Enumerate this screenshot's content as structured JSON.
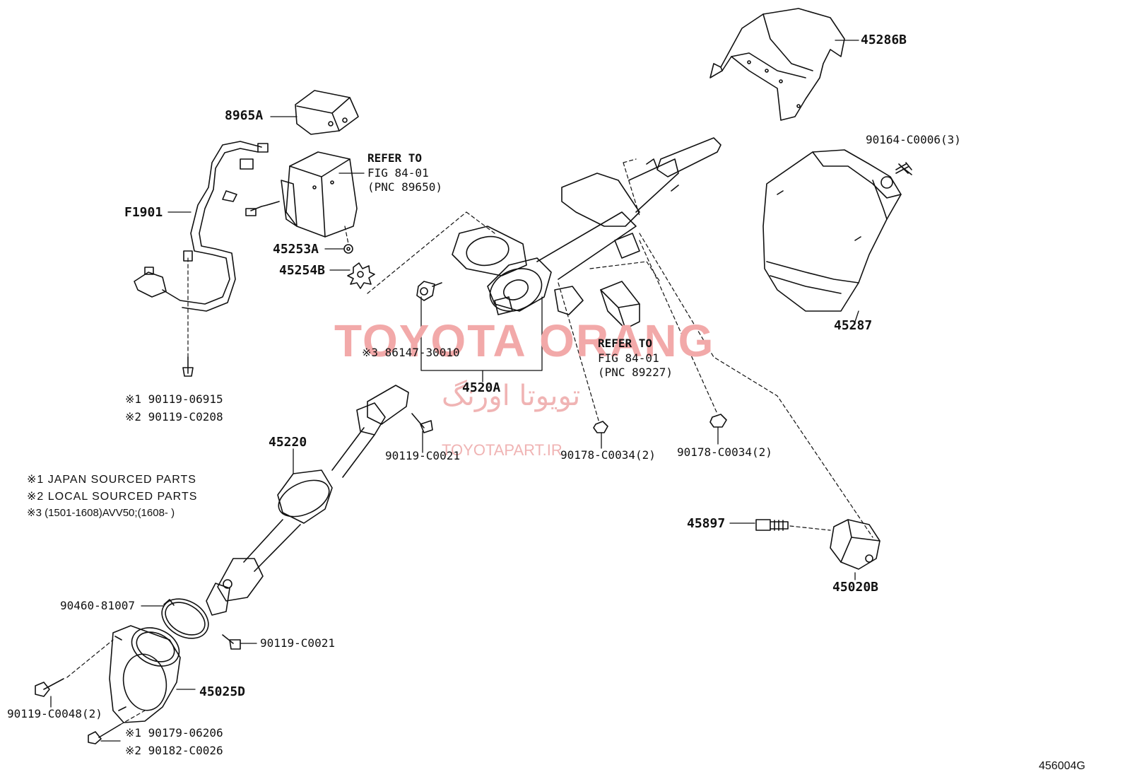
{
  "parts": {
    "p45286B": "45286B",
    "p8965A": "8965A",
    "p90164": "90164-C0006(3)",
    "refer1_l1": "REFER TO",
    "refer1_l2": "FIG 84-01",
    "refer1_l3": "(PNC 89650)",
    "pF1901": "F1901",
    "p45253A": "45253A",
    "p45254B": "45254B",
    "p45287": "45287",
    "p86147": "3 86147-30010",
    "refer2_l1": "REFER TO",
    "refer2_l2": "FIG 84-01",
    "refer2_l3": "(PNC 89227)",
    "p4520A": "4520A",
    "p90119_06915": "1 90119-06915",
    "p90119_C0208": "2 90119-C0208",
    "p45220": "45220",
    "p90119_C0021a": "90119-C0021",
    "p90178a": "90178-C0034(2)",
    "p90178b": "90178-C0034(2)",
    "p45897": "45897",
    "p45020B": "45020B",
    "p90460": "90460-81007",
    "p90119_C0021b": "90119-C0021",
    "p45025D": "45025D",
    "p90119_C0048": "90119-C0048(2)",
    "p90179": "1 90179-06206",
    "p90182": "2 90182-C0026"
  },
  "notes": {
    "n1": "1 JAPAN SOURCED PARTS",
    "n2": "2 LOCAL SOURCED PARTS",
    "n3": "3 (1501-1608)AVV50;(1608-        )"
  },
  "watermark": {
    "main": "TOYOTA ORANG",
    "persian": "تویوتا اورنگ",
    "site": "TOYOTAPART.IR"
  },
  "figure_code": "456004G"
}
